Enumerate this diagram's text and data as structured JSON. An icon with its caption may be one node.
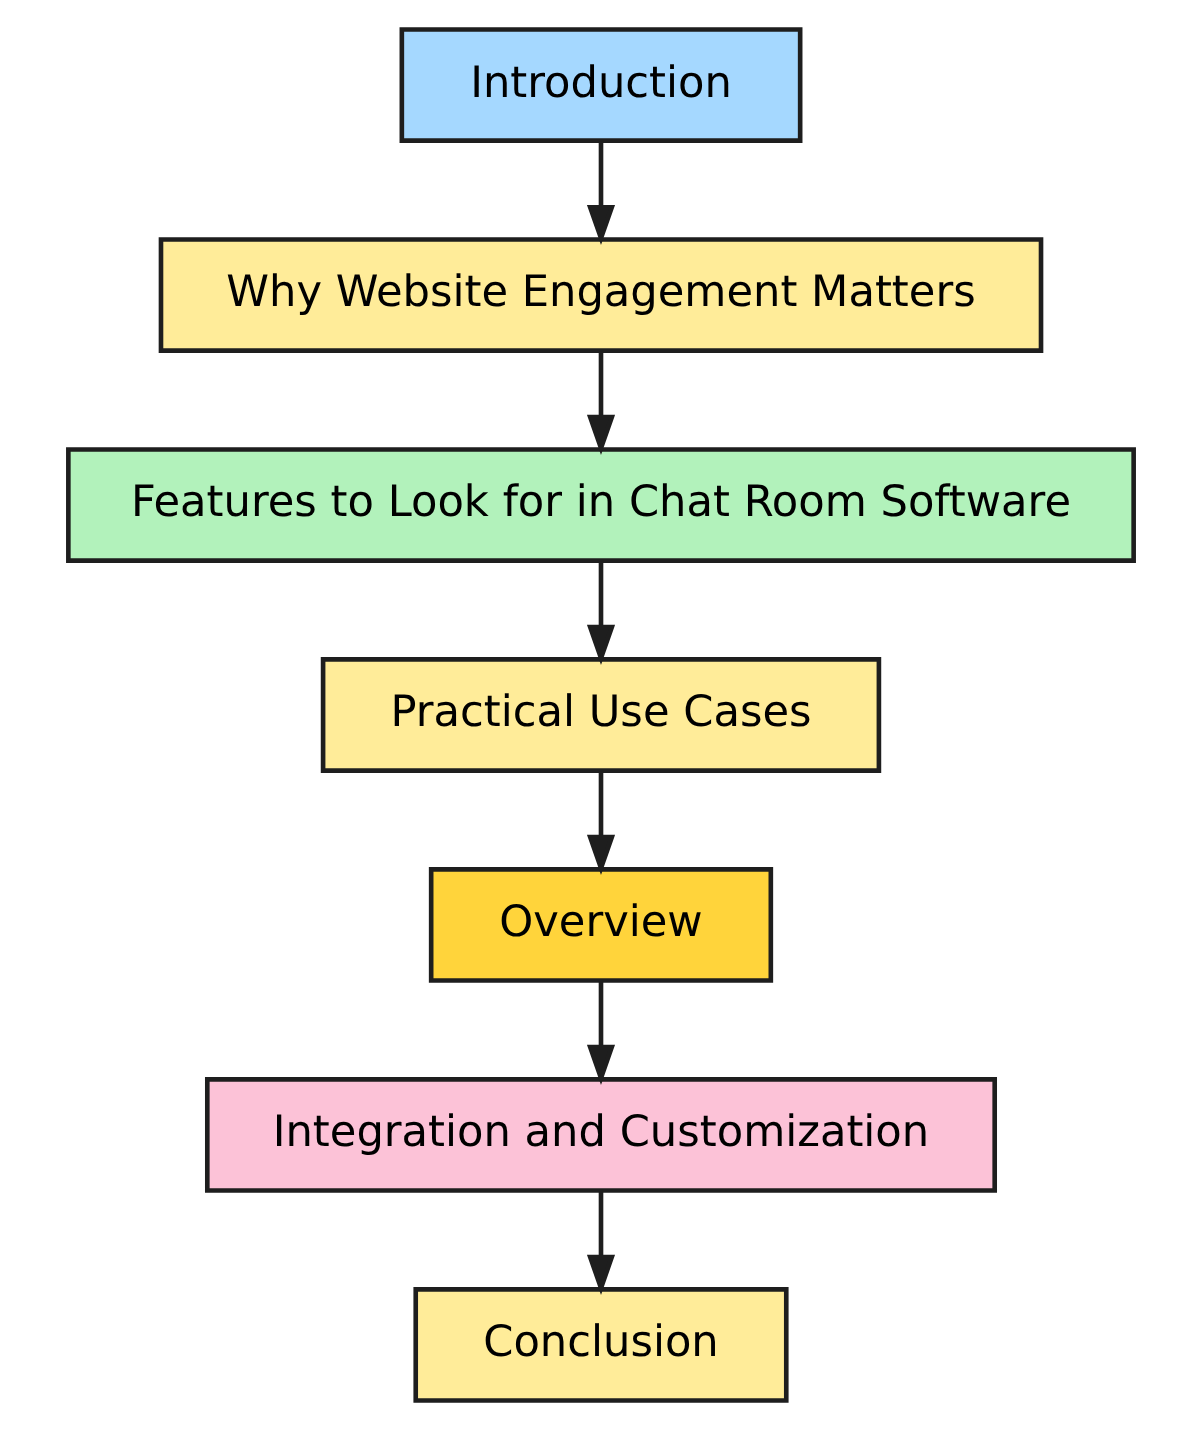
{
  "diagram": {
    "nodes": [
      {
        "text": [
          "Introduction"
        ]
      },
      {
        "text": [
          "Why Website Engagement Matters"
        ]
      },
      {
        "text": [
          "Features to Look for in Chat Room Software"
        ]
      },
      {
        "text": [
          "Practical Use Cases"
        ]
      },
      {
        "text": [
          "Overview"
        ]
      },
      {
        "text": [
          "Integration and Customization"
        ]
      },
      {
        "text": [
          "Conclusion"
        ]
      }
    ],
    "edges": [
      {
        "from": 0,
        "to": 1,
        "arrow": "to"
      },
      {
        "from": 1,
        "to": 2,
        "arrow": "to"
      },
      {
        "from": 2,
        "to": 3,
        "arrow": "to"
      },
      {
        "from": 3,
        "to": 4,
        "arrow": "to"
      },
      {
        "from": 4,
        "to": 5,
        "arrow": "to"
      },
      {
        "from": 5,
        "to": 6,
        "arrow": "to"
      }
    ]
  }
}
